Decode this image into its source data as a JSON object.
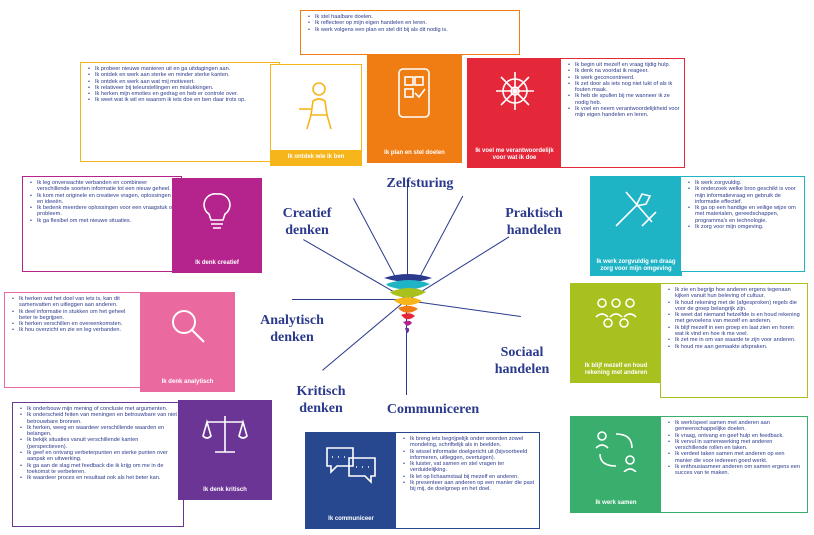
{
  "categories": {
    "zelfsturing": "Zelfsturing",
    "praktisch": "Praktisch\nhandelen",
    "sociaal": "Sociaal\nhandelen",
    "communiceren": "Communiceren",
    "kritisch": "Kritisch\ndenken",
    "analytisch": "Analytisch\ndenken",
    "creatief": "Creatief\ndenken"
  },
  "tiles": {
    "ontdek": "Ik ontdek wie ik ben",
    "plan": "Ik plan en stel doelen",
    "voel": "Ik voel me verantwoordelijk voor wat ik doe",
    "creatief": "Ik denk creatief",
    "zorgvuldig": "Ik werk zorgvuldig en draag zorg voor mijn omgeving",
    "analytisch": "Ik denk analytisch",
    "mezelf": "Ik blijf mezelf en houd rekening met anderen",
    "kritisch": "Ik denk kritisch",
    "communiceer": "Ik communiceer",
    "samen": "Ik werk samen"
  },
  "lists": {
    "plan": [
      "Ik stel haalbare doelen.",
      "Ik reflecteer op mijn eigen handelen en leren.",
      "Ik werk volgens een plan en stel dit bij als dit nodig is."
    ],
    "ontdek": [
      "Ik probeer nieuwe manieren uit en ga uitdagingen aan.",
      "Ik ontdek en werk aan sterke en minder sterke kanten.",
      "Ik ontdek en werk aan wat mij motiveert.",
      "Ik relativeer bij teleurstellingen en mislukkingen.",
      "Ik herken mijn emoties en gedrag en heb er controle over.",
      "Ik weet wat ik wil en waarom ik iets doe en ben daar trots op."
    ],
    "voel": [
      "Ik begin uit mezelf en vraag tijdig hulp.",
      "Ik denk na voordat ik reageer.",
      "Ik werk geconcentreerd.",
      "Ik zet door als iets nog niet lukt of als ik fouten maak.",
      "Ik heb de spullen bij me wanneer ik ze nodig heb.",
      "Ik voel en neem verantwoordelijkheid voor mijn eigen handelen en leren."
    ],
    "creatief": [
      "Ik leg onverwachte verbanden en combineer verschillende soorten informatie tot een nieuw geheel.",
      "Ik kom met originele en creatieve vragen, oplossingen en ideeën.",
      "Ik bedenk meerdere oplossingen voor een vraagstuk of probleem.",
      "Ik ga flexibel om met nieuwe situaties."
    ],
    "zorgvuldig": [
      "Ik werk zorgvuldig.",
      "Ik onderzoek welke bron geschikt is voor mijn informatievraag en gebruik de informatie effectief.",
      "Ik ga op een handige en veilige wijze om met materialen, gereedschappen, programma's en technologie.",
      "Ik zorg voor mijn omgeving."
    ],
    "analytisch": [
      "Ik herken wat het doel van iets is, kan dit samenvatten en uitleggen aan anderen.",
      "Ik deel informatie in stukken om het geheel beter te begrijpen.",
      "Ik herken verschillen en overeenkomsten.",
      "Ik hou overzicht en zie en leg verbanden."
    ],
    "mezelf": [
      "Ik zie en begrijp hoe anderen ergens tegenaan kijken vanuit hun beleving of cultuur.",
      "Ik houd rekening met de (afgesproken) regels die voor de groep belangrijk zijn.",
      "Ik weet dat niemand hetzelfde is en houd rekening met gevoelens van mezelf en anderen.",
      "Ik blijf mezelf in een groep en laat zien en horen wat ik vind en hoe ik me voel.",
      "Ik zet me in om van waarde te zijn voor anderen.",
      "Ik houd me aan gemaakte afspraken."
    ],
    "kritisch": [
      "Ik onderbouw mijn mening of conclusie met argumenten.",
      "Ik onderscheid feiten van meningen en betrouwbare van niet betrouwbare bronnen.",
      "Ik herken, weeg en waardeer verschillende waarden en belangen.",
      "Ik bekijk situaties vanuit verschillende kanten (perspectieven).",
      "Ik geef en ontvang verbeterpunten en sterke punten over aanpak en uitwerking.",
      "Ik ga aan de slag met feedback die ik krijg om me in de toekomst te verbeteren.",
      "Ik waardeer proces en resultaat ook als het beter kan."
    ],
    "communiceer": [
      "Ik breng iets begrijpelijk onder woorden zowel mondeling, schriftelijk als in beelden.",
      "Ik wissel informatie doelgericht uit (bijvoorbeeld informeren, uitleggen, overtuigen).",
      "Ik luister, vat samen en stel vragen ter verduidelijking.",
      "Ik let op lichaamstaal bij mezelf en anderen.",
      "Ik presenteer aan anderen op een manier die past bij mij, de doelgroep en het doel."
    ],
    "samen": [
      "Ik werk/speel samen met anderen aan gemeenschappelijke doelen.",
      "Ik vraag, ontvang en geef hulp en feedback.",
      "Ik vervul in samenwerking met anderen verschillende rollen en taken.",
      "Ik verdeel taken samen met anderen op een manier die voor iedereen goed werkt.",
      "Ik enthousiasmeer anderen om samen ergens een succes van te maken."
    ]
  },
  "colors": {
    "navy": "#2b3a8c",
    "yellow": "#f6b51b",
    "orange": "#f07d14",
    "red": "#e5273a",
    "magenta": "#b5238c",
    "teal": "#1fb3c6",
    "pink": "#ea6aa0",
    "lime": "#a9c11f",
    "purple": "#6b3596",
    "blue": "#27478e",
    "green": "#3aae6c"
  }
}
